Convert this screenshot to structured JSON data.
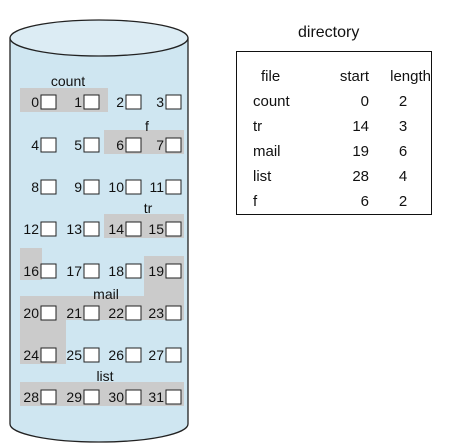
{
  "disk": {
    "blocks": [
      "0",
      "1",
      "2",
      "3",
      "4",
      "5",
      "6",
      "7",
      "8",
      "9",
      "10",
      "11",
      "12",
      "13",
      "14",
      "15",
      "16",
      "17",
      "18",
      "19",
      "20",
      "21",
      "22",
      "23",
      "24",
      "25",
      "26",
      "27",
      "28",
      "29",
      "30",
      "31"
    ],
    "file_labels": [
      "count",
      "f",
      "tr",
      "mail",
      "list"
    ],
    "colors": {
      "disk_fill": "#cfe6f1",
      "disk_top": "#dcecf4",
      "highlight": "#cbcbcb",
      "box_fill": "#ffffff",
      "stroke": "#222222"
    }
  },
  "directory": {
    "title": "directory",
    "headers": {
      "file": "file",
      "start": "start",
      "length": "length"
    },
    "rows": [
      {
        "file": "count",
        "start": "0",
        "length": "2"
      },
      {
        "file": "tr",
        "start": "14",
        "length": "3"
      },
      {
        "file": "mail",
        "start": "19",
        "length": "6"
      },
      {
        "file": "list",
        "start": "28",
        "length": "4"
      },
      {
        "file": "f",
        "start": "6",
        "length": "2"
      }
    ]
  }
}
